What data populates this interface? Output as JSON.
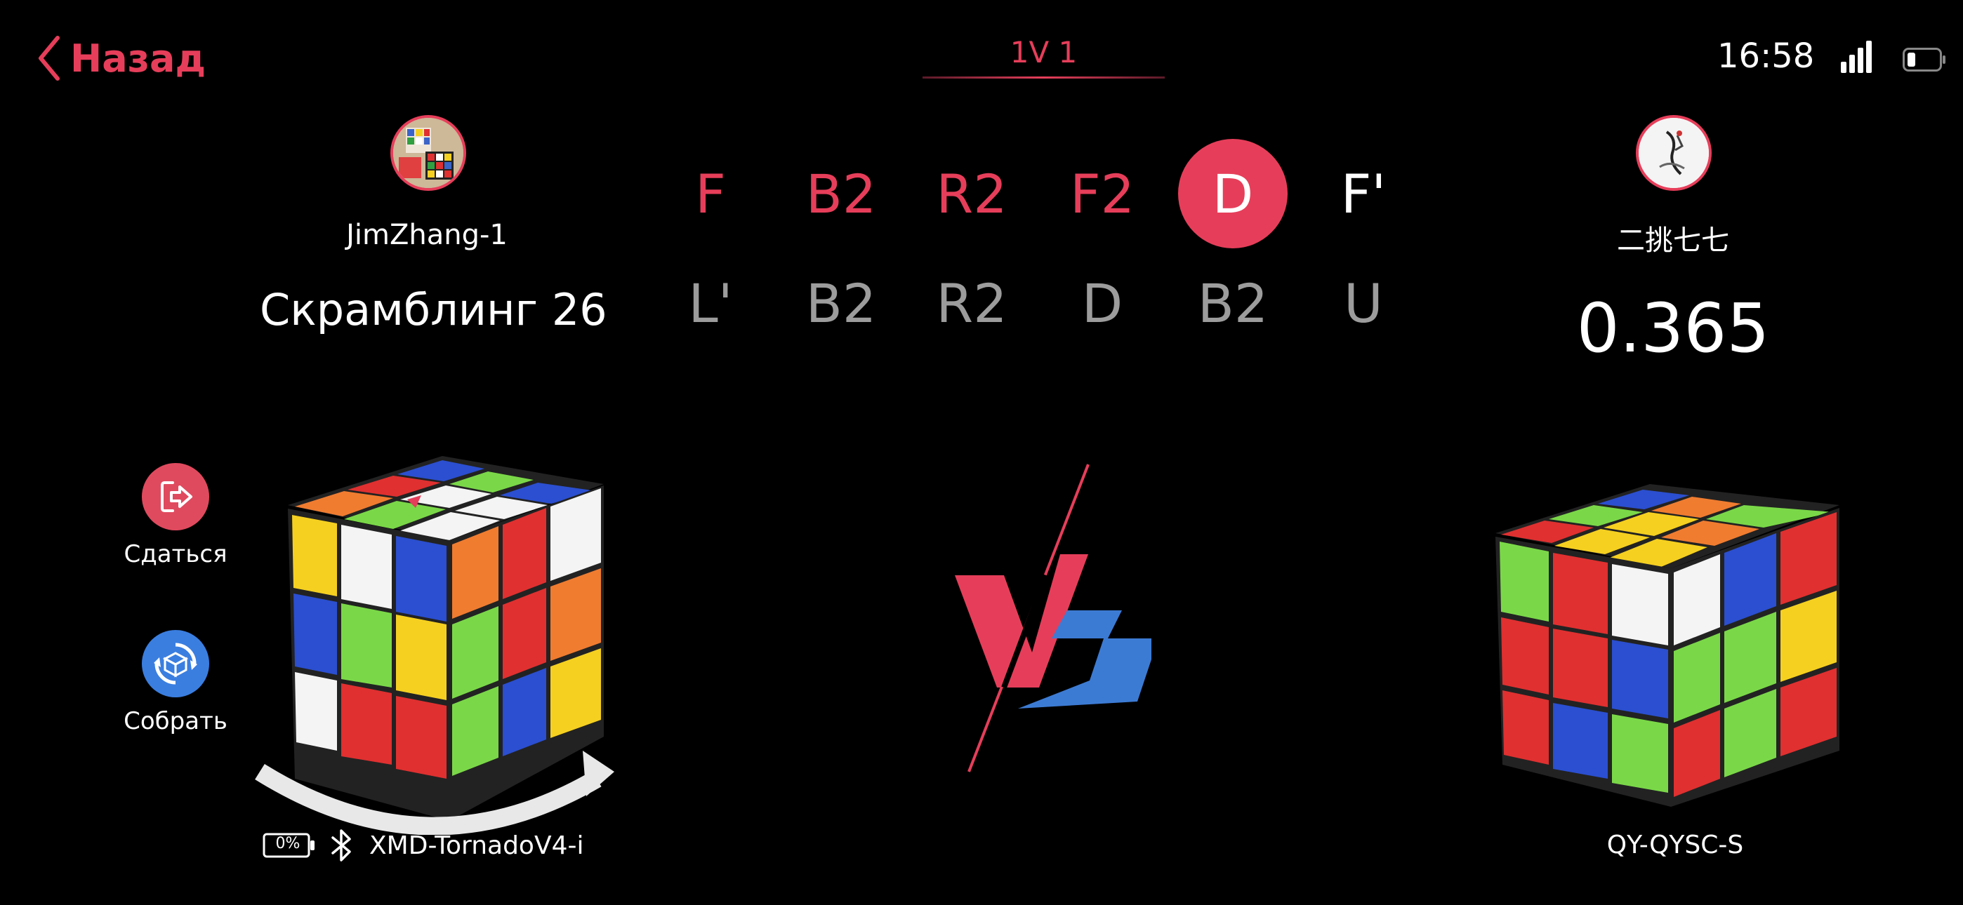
{
  "nav": {
    "back_label": "Назад"
  },
  "status": {
    "time": "16:58"
  },
  "mode_tab": "1V 1",
  "player1": {
    "name": "JimZhang-1",
    "scramble_label": "Скрамблинг 26"
  },
  "player2": {
    "name": "二挑七七",
    "time": "0.365"
  },
  "moves_row1": [
    {
      "label": "F",
      "state": "done"
    },
    {
      "label": "B2",
      "state": "done"
    },
    {
      "label": "R2",
      "state": "done"
    },
    {
      "label": "F2",
      "state": "done"
    },
    {
      "label": "D",
      "state": "current"
    },
    {
      "label": "F'",
      "state": "next"
    }
  ],
  "moves_row2": [
    {
      "label": "L'",
      "state": "pending"
    },
    {
      "label": "B2",
      "state": "pending"
    },
    {
      "label": "R2",
      "state": "pending"
    },
    {
      "label": "D",
      "state": "pending"
    },
    {
      "label": "B2",
      "state": "pending"
    },
    {
      "label": "U",
      "state": "pending"
    }
  ],
  "actions": {
    "surrender_label": "Сдаться",
    "solve_label": "Собрать"
  },
  "device1": {
    "name": "XMD-TornadoV4-i",
    "battery_text": "0%"
  },
  "device2": {
    "name": "QY-QYSC-S"
  },
  "vs_label": "VS",
  "colors": {
    "accent": "#e63e5a",
    "vs_red": "#e63e5a",
    "vs_blue": "#3c7bd4",
    "pending_move": "#9c9c9c"
  },
  "icons": {
    "back": "chevron-left-icon",
    "signal": "signal-bars-icon",
    "battery": "battery-icon",
    "surrender": "exit-door-icon",
    "solve": "cube-rotate-icon",
    "bluetooth": "bluetooth-icon"
  }
}
